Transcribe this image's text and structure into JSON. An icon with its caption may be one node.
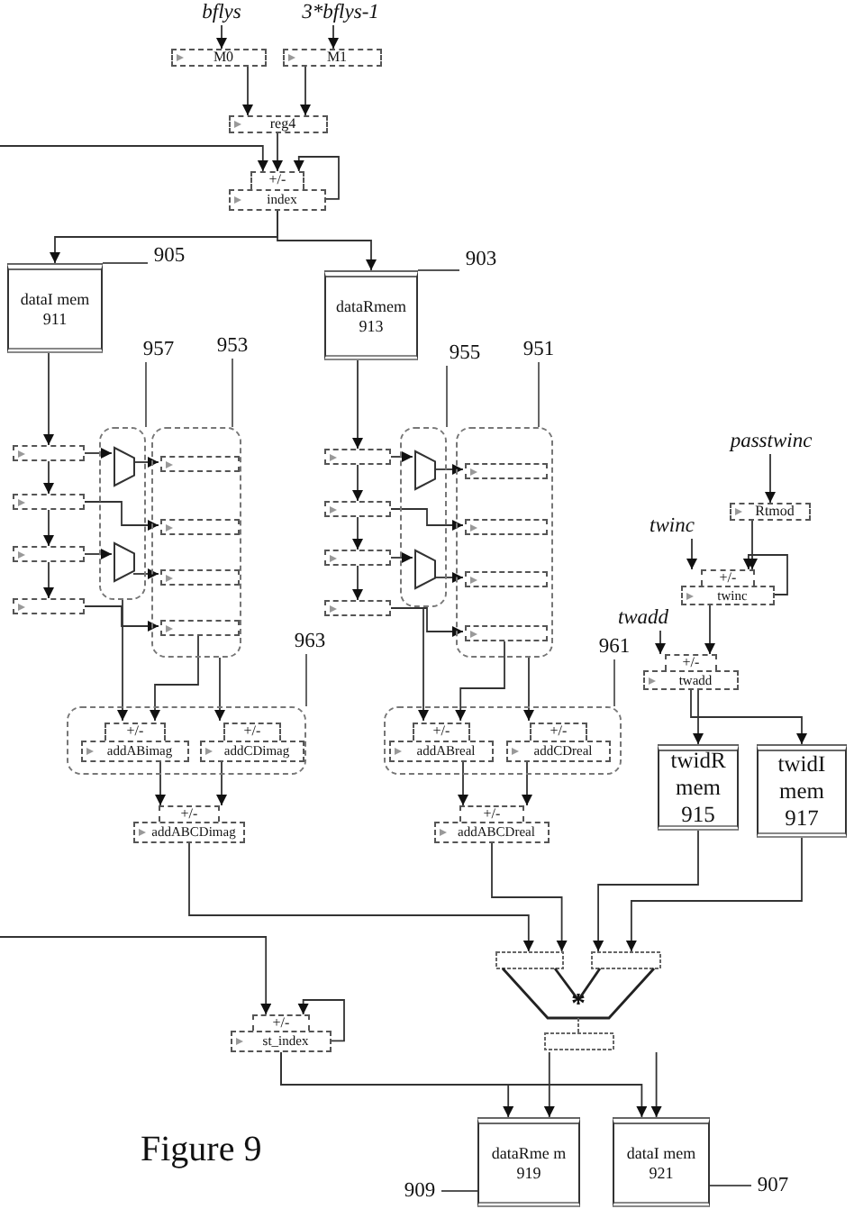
{
  "diagram": {
    "caption": "Figure 9",
    "nodes": [
      {
        "text": [
          "bflys"
        ]
      },
      {
        "text": [
          "3*bflys-1"
        ]
      },
      {
        "text": [
          "M0"
        ]
      },
      {
        "text": [
          "M1"
        ]
      },
      {
        "text": [
          "reg4"
        ]
      },
      {
        "text": [
          "+/-",
          "index"
        ]
      },
      {
        "text": [
          "905"
        ]
      },
      {
        "text": [
          "903"
        ]
      },
      {
        "text": [
          "dataI mem 911"
        ]
      },
      {
        "text": [
          "dataRmem 913"
        ]
      },
      {
        "text": [
          "957"
        ]
      },
      {
        "text": [
          "953"
        ]
      },
      {
        "text": [
          "955"
        ]
      },
      {
        "text": [
          "951"
        ]
      },
      {
        "text": [],
        "shape": "box"
      },
      {
        "text": [],
        "shape": "box"
      },
      {
        "text": [],
        "shape": "box"
      },
      {
        "text": [],
        "shape": "box"
      },
      {
        "text": [],
        "shape": "box"
      },
      {
        "text": [],
        "shape": "box"
      },
      {
        "text": [],
        "shape": "box"
      },
      {
        "text": [],
        "shape": "box"
      },
      {
        "text": [],
        "shape": "trapezoid",
        "in": 14
      },
      {
        "text": [],
        "shape": "trapezoid",
        "in": 14
      },
      {
        "text": [],
        "shape": "box",
        "in": 15
      },
      {
        "text": [],
        "shape": "box",
        "in": 15
      },
      {
        "text": [],
        "shape": "box",
        "in": 15
      },
      {
        "text": [],
        "shape": "box",
        "in": 15
      },
      {
        "text": [],
        "shape": "box"
      },
      {
        "text": [],
        "shape": "box"
      },
      {
        "text": [],
        "shape": "box"
      },
      {
        "text": [],
        "shape": "box"
      },
      {
        "text": [],
        "shape": "trapezoid",
        "in": 16
      },
      {
        "text": [],
        "shape": "trapezoid",
        "in": 16
      },
      {
        "text": [],
        "shape": "box",
        "in": 17
      },
      {
        "text": [],
        "shape": "box",
        "in": 17
      },
      {
        "text": [],
        "shape": "box",
        "in": 17
      },
      {
        "text": [],
        "shape": "box",
        "in": 17
      },
      {
        "text": [
          "passtwinc"
        ]
      },
      {
        "text": [
          "Rtmod"
        ]
      },
      {
        "text": [
          "twinc"
        ]
      },
      {
        "text": [
          "+/-",
          "twinc"
        ]
      },
      {
        "text": [
          "twadd"
        ]
      },
      {
        "text": [
          "+/-",
          "twadd"
        ]
      },
      {
        "text": [
          "963"
        ]
      },
      {
        "text": [
          "961"
        ]
      },
      {
        "text": [],
        "shape": "box"
      },
      {
        "text": [],
        "shape": "box"
      },
      {
        "text": [
          "+/-",
          "addABimag"
        ],
        "in": 46
      },
      {
        "text": [
          "+/-",
          "addCDimag"
        ],
        "in": 46
      },
      {
        "text": [
          "+/-",
          "addABreal"
        ],
        "in": 47
      },
      {
        "text": [
          "+/-",
          "addCDreal"
        ],
        "in": 47
      },
      {
        "text": [
          "twidR mem 915"
        ]
      },
      {
        "text": [
          "twidI mem 917"
        ]
      },
      {
        "text": [
          "+/-",
          "addABCDimag"
        ]
      },
      {
        "text": [
          "+/-",
          "addABCDreal"
        ]
      },
      {
        "text": [
          "*"
        ]
      },
      {
        "text": [
          "+/-",
          "st_index"
        ]
      },
      {
        "text": [
          "909"
        ]
      },
      {
        "text": [
          "907"
        ]
      },
      {
        "text": [
          "dataRme m 919"
        ]
      },
      {
        "text": [
          "dataI mem 921"
        ]
      }
    ],
    "edges": [
      {
        "from": 0,
        "to": 2,
        "arrow": "to"
      },
      {
        "from": 1,
        "to": 3,
        "arrow": "to"
      },
      {
        "from": 2,
        "to": 4,
        "arrow": "to"
      },
      {
        "from": 3,
        "to": 4,
        "arrow": "to"
      },
      {
        "from": 4,
        "to": 5,
        "arrow": "to"
      },
      {
        "from": null,
        "to": 5,
        "arrow": "to"
      },
      {
        "from": 5,
        "to": 5,
        "arrow": "to"
      },
      {
        "from": 5,
        "to": 8,
        "arrow": "to"
      },
      {
        "from": 5,
        "to": 9,
        "arrow": "to"
      },
      {
        "from": 6,
        "to": 8,
        "arrow": "none"
      },
      {
        "from": 7,
        "to": 9,
        "arrow": "none"
      },
      {
        "from": 8,
        "to": 18,
        "arrow": "to"
      },
      {
        "from": 18,
        "to": 19,
        "arrow": "to"
      },
      {
        "from": 19,
        "to": 20,
        "arrow": "to"
      },
      {
        "from": 20,
        "to": 21,
        "arrow": "to"
      },
      {
        "from": 9,
        "to": 28,
        "arrow": "to"
      },
      {
        "from": 28,
        "to": 29,
        "arrow": "to"
      },
      {
        "from": 29,
        "to": 30,
        "arrow": "to"
      },
      {
        "from": 30,
        "to": 31,
        "arrow": "to"
      },
      {
        "from": 10,
        "to": 14,
        "arrow": "none"
      },
      {
        "from": 11,
        "to": 15,
        "arrow": "none"
      },
      {
        "from": 12,
        "to": 16,
        "arrow": "none"
      },
      {
        "from": 13,
        "to": 17,
        "arrow": "none"
      },
      {
        "from": 18,
        "to": 22,
        "arrow": "to"
      },
      {
        "from": 20,
        "to": 23,
        "arrow": "to"
      },
      {
        "from": 22,
        "to": 24,
        "arrow": "to"
      },
      {
        "from": 19,
        "to": 25,
        "arrow": "to"
      },
      {
        "from": 23,
        "to": 26,
        "arrow": "to"
      },
      {
        "from": 21,
        "to": 27,
        "arrow": "to"
      },
      {
        "from": 28,
        "to": 32,
        "arrow": "to"
      },
      {
        "from": 30,
        "to": 33,
        "arrow": "to"
      },
      {
        "from": 32,
        "to": 34,
        "arrow": "to"
      },
      {
        "from": 29,
        "to": 35,
        "arrow": "to"
      },
      {
        "from": 33,
        "to": 36,
        "arrow": "to"
      },
      {
        "from": 31,
        "to": 37,
        "arrow": "to"
      },
      {
        "from": 38,
        "to": 39,
        "arrow": "to"
      },
      {
        "from": 39,
        "to": 41,
        "arrow": "to"
      },
      {
        "from": 40,
        "to": 41,
        "arrow": "to"
      },
      {
        "from": 41,
        "to": 41,
        "arrow": "to"
      },
      {
        "from": 41,
        "to": 43,
        "arrow": "to"
      },
      {
        "from": 42,
        "to": 43,
        "arrow": "to"
      },
      {
        "from": 43,
        "to": 52,
        "arrow": "to"
      },
      {
        "from": 43,
        "to": 53,
        "arrow": "to"
      },
      {
        "from": 44,
        "to": 46,
        "arrow": "none"
      },
      {
        "from": 45,
        "to": 47,
        "arrow": "none"
      },
      {
        "from": 14,
        "to": 48,
        "arrow": "to"
      },
      {
        "from": 27,
        "to": 48,
        "arrow": "to"
      },
      {
        "from": 15,
        "to": 49,
        "arrow": "to"
      },
      {
        "from": 16,
        "to": 50,
        "arrow": "to"
      },
      {
        "from": 37,
        "to": 50,
        "arrow": "to"
      },
      {
        "from": 17,
        "to": 51,
        "arrow": "to"
      },
      {
        "from": 48,
        "to": 54,
        "arrow": "to"
      },
      {
        "from": 49,
        "to": 54,
        "arrow": "to"
      },
      {
        "from": 50,
        "to": 55,
        "arrow": "to"
      },
      {
        "from": 51,
        "to": 55,
        "arrow": "to"
      },
      {
        "from": 54,
        "to": 56,
        "arrow": "to"
      },
      {
        "from": 55,
        "to": 56,
        "arrow": "to"
      },
      {
        "from": 52,
        "to": 56,
        "arrow": "to"
      },
      {
        "from": 53,
        "to": 56,
        "arrow": "to"
      },
      {
        "from": null,
        "to": 57,
        "arrow": "to"
      },
      {
        "from": 57,
        "to": 57,
        "arrow": "to"
      },
      {
        "from": 57,
        "to": 60,
        "arrow": "to"
      },
      {
        "from": 57,
        "to": 61,
        "arrow": "to"
      },
      {
        "from": 56,
        "to": 60,
        "arrow": "to"
      },
      {
        "from": 56,
        "to": 61,
        "arrow": "to"
      },
      {
        "from": 58,
        "to": 60,
        "arrow": "none"
      },
      {
        "from": 59,
        "to": 61,
        "arrow": "none"
      }
    ]
  }
}
